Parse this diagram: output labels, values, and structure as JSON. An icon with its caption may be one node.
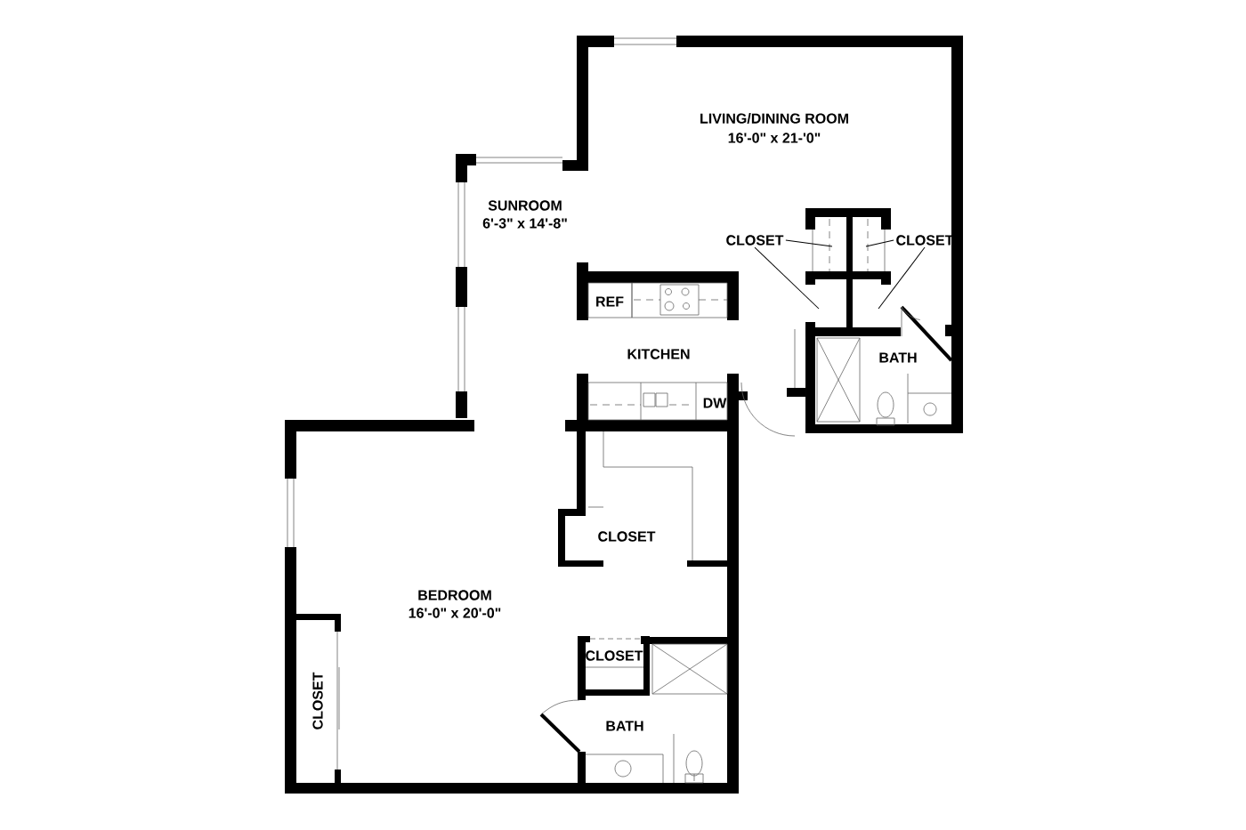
{
  "diagram": {
    "nodes": [
      {
        "text": [
          "CLOSET"
        ]
      },
      {
        "text": [
          "CLOSET"
        ]
      }
    ],
    "edges": [
      {
        "from": 0,
        "to": null,
        "arrow": "none"
      },
      {
        "from": 0,
        "to": null,
        "arrow": "none"
      },
      {
        "from": 1,
        "to": null,
        "arrow": "none"
      },
      {
        "from": 1,
        "to": null,
        "arrow": "none"
      }
    ],
    "labels": [
      "LIVING/DINING ROOM",
      "16'-0\" x 21-'0\"",
      "SUNROOM",
      "6'-3\" x 14'-8\"",
      "REF",
      "KITCHEN",
      "BATH",
      "DW",
      "CLOSET",
      "BEDROOM",
      "16'-0\" x 20'-0\"",
      "CLOSET",
      "BATH",
      "CLOSET"
    ]
  }
}
